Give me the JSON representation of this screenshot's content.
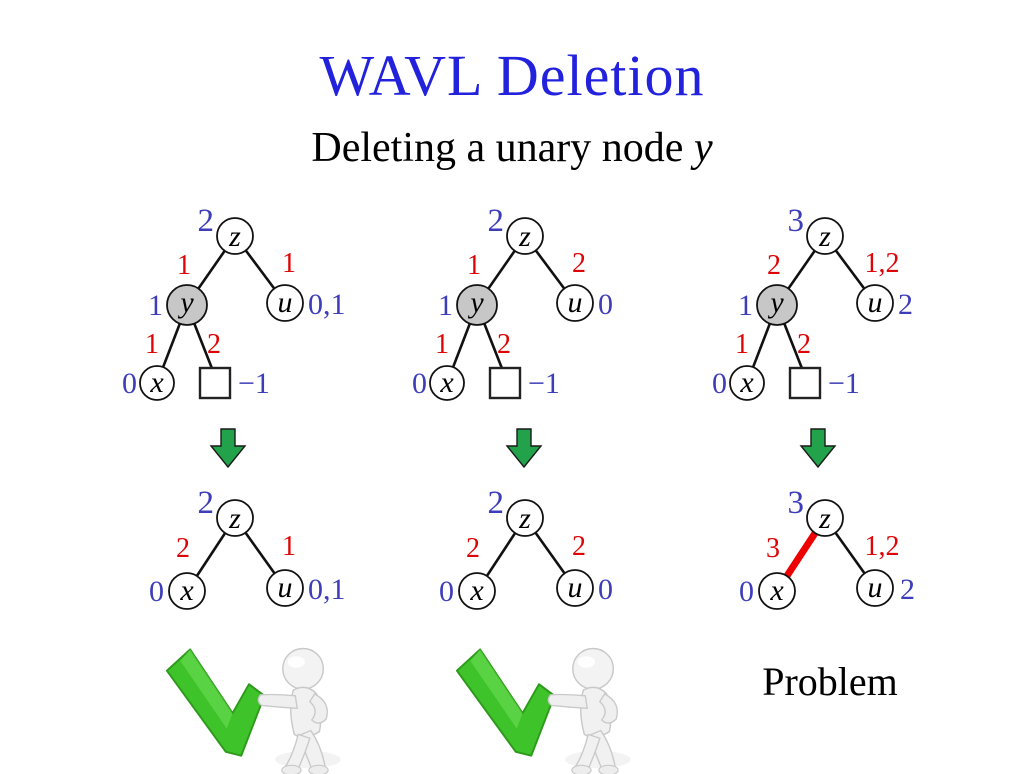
{
  "slide": {
    "title": "WAVL Deletion",
    "subtitle_prefix": "Deleting a unary node ",
    "subtitle_var": "y",
    "problem_label": "Problem"
  },
  "node_letters": {
    "z": "z",
    "y": "y",
    "u": "u",
    "x": "x"
  },
  "colors": {
    "title_blue": "#2222dd",
    "rank_blue": "#3d3dba",
    "edge_label_red": "#dd0505",
    "violation_edge_red": "#ee0000",
    "unary_node_gray": "#c7c7c7",
    "arrow_green": "#21a24b",
    "check_green": "#3fc32a"
  },
  "trees": {
    "top": [
      {
        "ranks": {
          "z": "2",
          "y": "1",
          "u": "0,1",
          "x": "0",
          "ext": "−1"
        },
        "edges": {
          "zy": "1",
          "zu": "1",
          "yx": "1",
          "yext": "2"
        }
      },
      {
        "ranks": {
          "z": "2",
          "y": "1",
          "u": "0",
          "x": "0",
          "ext": "−1"
        },
        "edges": {
          "zy": "1",
          "zu": "2",
          "yx": "1",
          "yext": "2"
        }
      },
      {
        "ranks": {
          "z": "3",
          "y": "1",
          "u": "2",
          "x": "0",
          "ext": "−1"
        },
        "edges": {
          "zy": "2",
          "zu": "1,2",
          "yx": "1",
          "yext": "2"
        }
      }
    ],
    "bottom": [
      {
        "ranks": {
          "z": "2",
          "x": "0",
          "u": "0,1"
        },
        "edges": {
          "zx": "2",
          "zu": "1"
        },
        "status": "ok"
      },
      {
        "ranks": {
          "z": "2",
          "x": "0",
          "u": "0"
        },
        "edges": {
          "zx": "2",
          "zu": "2"
        },
        "status": "ok"
      },
      {
        "ranks": {
          "z": "3",
          "x": "0",
          "u": "2"
        },
        "edges": {
          "zx": "3",
          "zu": "1,2"
        },
        "status": "problem",
        "violation_edge": "z-x"
      }
    ]
  }
}
